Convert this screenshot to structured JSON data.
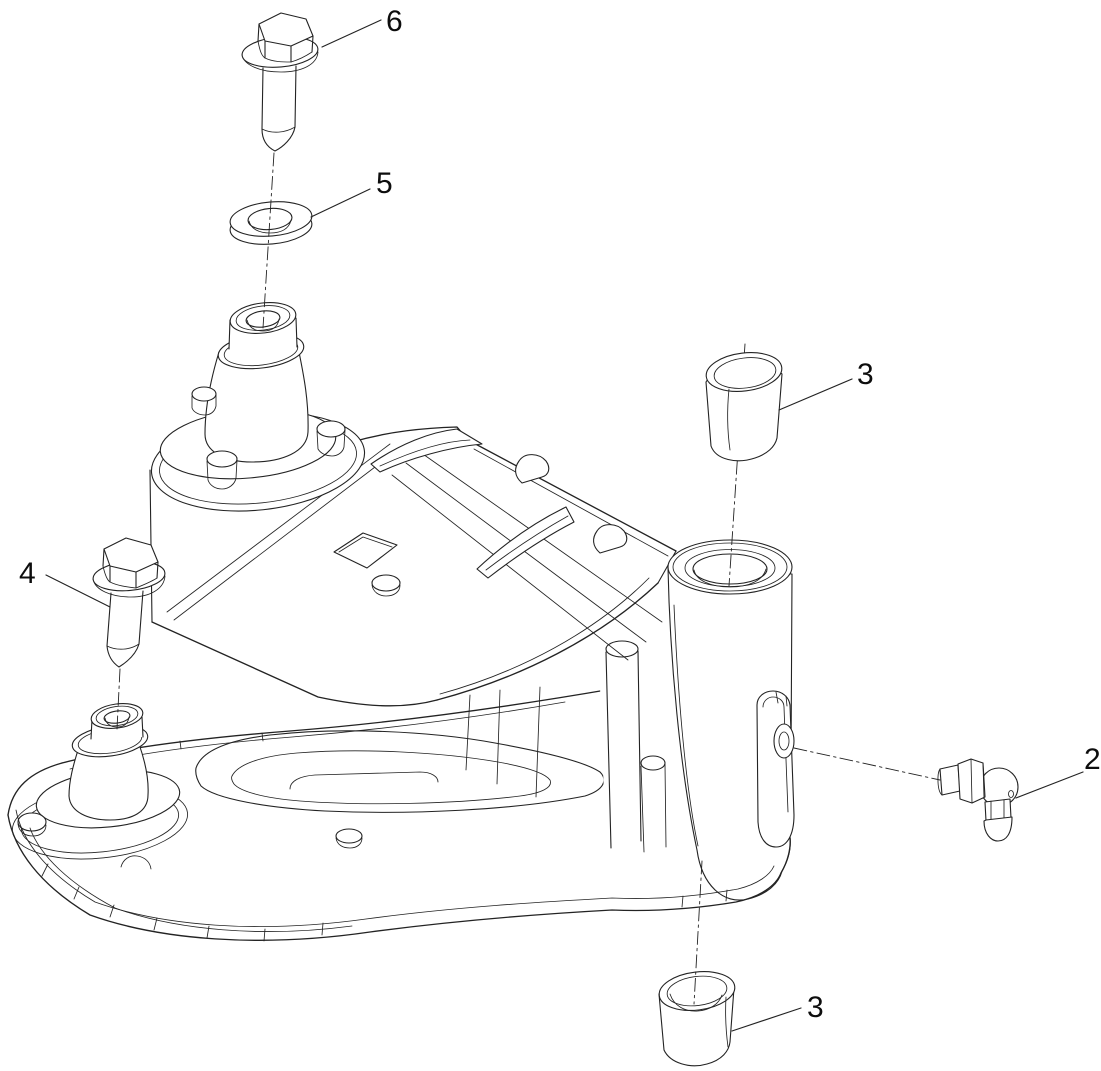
{
  "figure": {
    "type": "exploded-parts-diagram",
    "background_color": "#ffffff",
    "line_color": "#232323"
  },
  "callouts": {
    "item6": {
      "label": "6"
    },
    "item5": {
      "label": "5"
    },
    "item3_upper": {
      "label": "3"
    },
    "item4": {
      "label": "4"
    },
    "item2": {
      "label": "2"
    },
    "item3_lower": {
      "label": "3"
    }
  }
}
